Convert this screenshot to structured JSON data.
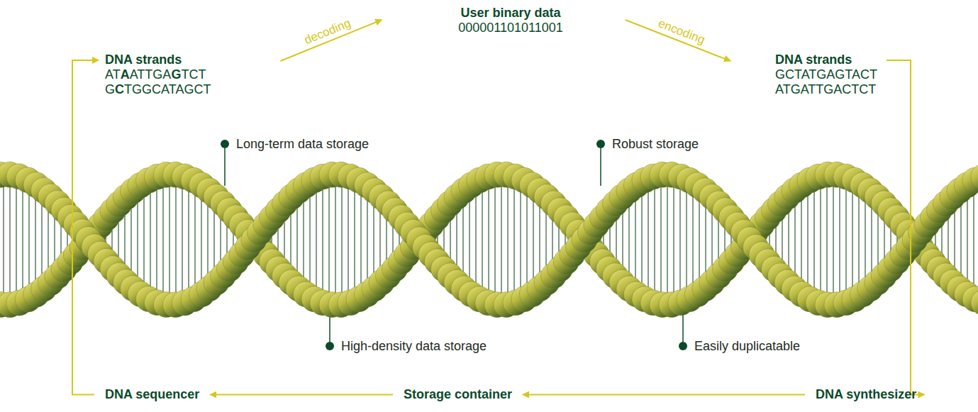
{
  "diagram": {
    "nodes": [
      {
        "text": [
          "DNA strands",
          "ATAATTGAGTCT",
          "GCTGGCATAGCT"
        ]
      },
      {
        "text": [
          "User binary data",
          "000001101011001"
        ]
      },
      {
        "text": [
          "DNA strands",
          "GCTATGAGTACT",
          "ATGATTGACTCT"
        ]
      },
      {
        "text": [
          "DNA synthesizer"
        ]
      },
      {
        "text": [
          "Storage container"
        ]
      },
      {
        "text": [
          "DNA sequencer"
        ]
      }
    ],
    "edges": [
      {
        "from": 0,
        "to": 1,
        "arrow": "to",
        "label": "decoding"
      },
      {
        "from": 1,
        "to": 2,
        "arrow": "to",
        "label": "encoding"
      },
      {
        "from": 2,
        "to": 3,
        "arrow": "to"
      },
      {
        "from": 3,
        "to": 4,
        "arrow": "to"
      },
      {
        "from": 4,
        "to": 5,
        "arrow": "to"
      },
      {
        "from": 5,
        "to": 0,
        "arrow": "to"
      }
    ],
    "labels": [
      "Long-term data storage",
      "High-density data storage",
      "Robust storage",
      "Easily duplicatable"
    ]
  }
}
